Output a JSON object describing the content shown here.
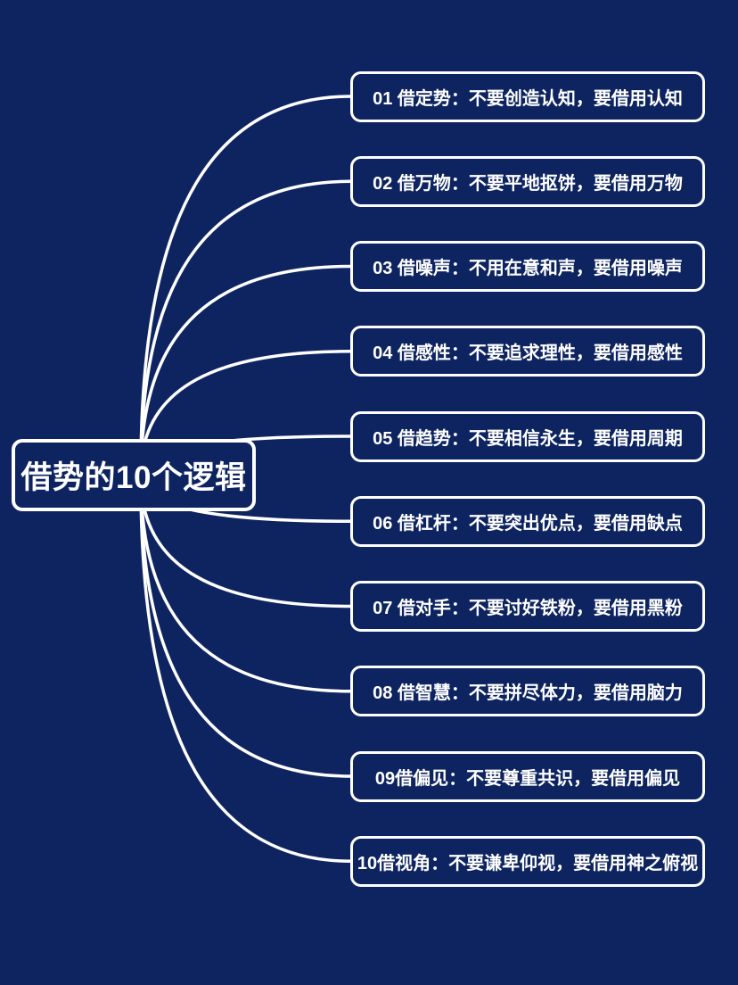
{
  "title": {
    "label": "借势的10个逻辑"
  },
  "colors": {
    "background": "#0d2461",
    "line": "#ffffff",
    "text": "#ffffff"
  },
  "items": [
    {
      "label": "01 借定势：不要创造认知，要借用认知"
    },
    {
      "label": "02 借万物：不要平地抠饼，要借用万物"
    },
    {
      "label": "03 借噪声：不用在意和声，要借用噪声"
    },
    {
      "label": "04 借感性：不要追求理性，要借用感性"
    },
    {
      "label": "05 借趋势：不要相信永生，要借用周期"
    },
    {
      "label": "06 借杠杆：不要突出优点，要借用缺点"
    },
    {
      "label": "07 借对手：不要讨好铁粉，要借用黑粉"
    },
    {
      "label": "08 借智慧：不要拼尽体力，要借用脑力"
    },
    {
      "label": "09借偏见：不要尊重共识，要借用偏见"
    },
    {
      "label": "10借视角：不要谦卑仰视，要借用神之俯视"
    }
  ]
}
